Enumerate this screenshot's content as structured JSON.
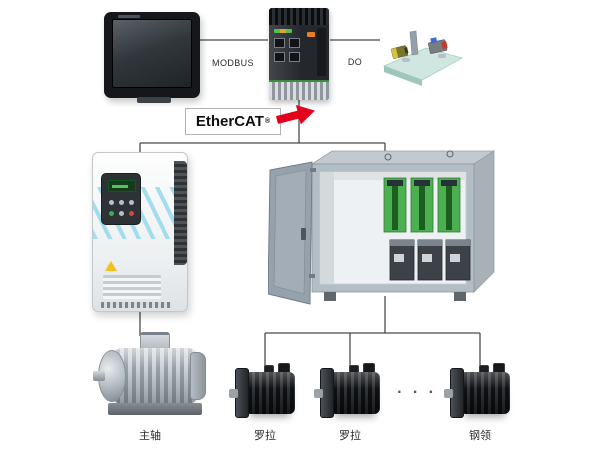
{
  "diagram": {
    "bus_labels": {
      "hmi_to_plc": "MODBUS",
      "plc_to_io": "DO"
    },
    "fieldbus": {
      "name": "EtherCAT",
      "registered_mark": "®"
    },
    "motor_labels": {
      "spindle": "主轴",
      "roller_1": "罗拉",
      "roller_2": "罗拉",
      "ring": "钢领",
      "more_indicator": "· · ·"
    },
    "device_icons": {
      "hmi": "hmi-touch-panel",
      "controller": "plc-controller",
      "io": "digital-io-sensors",
      "inverter": "vfd-inverter-drive",
      "cabinet": "servo-drive-cabinet",
      "spindle_motor": "three-phase-motor",
      "servo_motor": "servo-motor"
    },
    "colors": {
      "arrow_red": "#e3001b",
      "module_green": "#4caf50",
      "stripe_cyan": "#9edcee",
      "line_gray": "#4a4a4a"
    }
  }
}
